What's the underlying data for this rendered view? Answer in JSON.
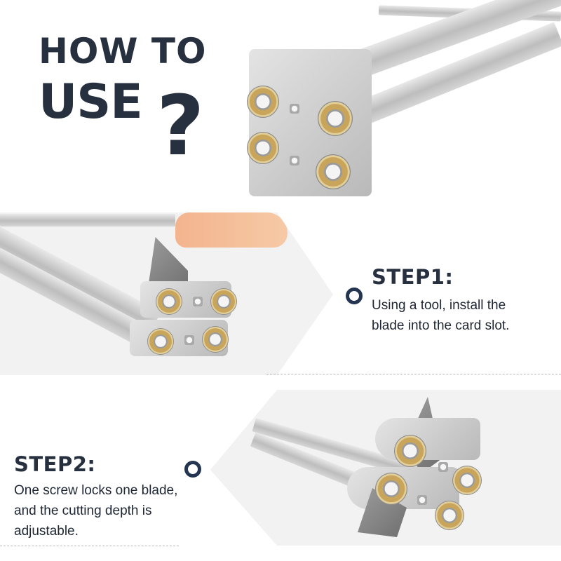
{
  "header": {
    "title_line1": "HOW TO",
    "title_line2": "USE",
    "title_symbol": "?"
  },
  "steps": [
    {
      "title": "STEP1:",
      "description_line1": "Using a tool, install the",
      "description_line2": "blade into the card slot.",
      "image_alt": "Hand using a tool to install blade into the cutter card slot"
    },
    {
      "title": "STEP2:",
      "description_line1": "One screw locks one blade,",
      "description_line2": "and the cutting depth is",
      "description_line3": "adjustable.",
      "image_alt": "Two cutter heads with blades locked by wing screws"
    }
  ],
  "hero_image_alt": "Aluminum rail cutter with four bearing wheels and wing nuts",
  "colors": {
    "text_dark": "#27303f",
    "bullet": "#243552",
    "panel_bg": "#f2f2f2",
    "bearing_gold": "#c9a55c"
  }
}
